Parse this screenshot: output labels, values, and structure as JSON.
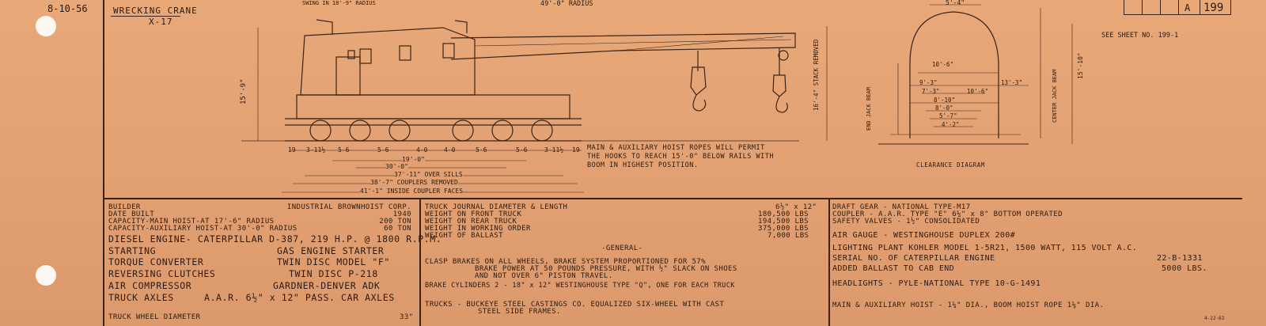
{
  "header": {
    "date": "8-10-56",
    "title": "WRECKING CRANE",
    "model": "X-17",
    "sheet_letter": "A",
    "sheet_number": "199",
    "see_sheet": "SEE SHEET NO. 199-1"
  },
  "elevation": {
    "swing_radius": "SWING IN 18'-9\" RADIUS",
    "boom_radius": "49'-0\" RADIUS",
    "height_left": "15'-9\"",
    "stack_removed": "16'-4\" STACK REMOVED",
    "dims_row1": [
      "19",
      "3-11½",
      "5-6",
      "5-6",
      "4-0",
      "4-0",
      "5-6",
      "5-6",
      "3-11½",
      "19"
    ],
    "dim_19": "19'-0\"",
    "dim_30": "30'-0\"",
    "dim_37": "37'-11\" OVER SILLS",
    "dim_38": "38'-7\" COUPLERS REMOVED",
    "dim_41": "41'-1\" INSIDE COUPLER FACES",
    "note": [
      "MAIN & AUXILIARY HOIST ROPES WILL PERMIT",
      "THE HOOKS TO REACH 15'-0\" BELOW RAILS WITH",
      "BOOM IN HIGHEST POSITION."
    ]
  },
  "clearance": {
    "label": "CLEARANCE DIAGRAM",
    "top": "5'-4\"",
    "height": "15'-10\"",
    "center_jack": "CENTER JACK BEAM",
    "end_jack": "END JACK BEAM",
    "dims": [
      "10'-6\"",
      "9'-3\"",
      "13'-3\"",
      "7'-3\"",
      "10'-6\"",
      "8'-10\"",
      "8'-0\"",
      "5'-7\"",
      "4'-2\""
    ]
  },
  "specs_left": [
    {
      "label": "BUILDER",
      "value": "INDUSTRIAL BROWNHOIST CORP."
    },
    {
      "label": "DATE BUILT",
      "value": "1940"
    },
    {
      "label": "CAPACITY-MAIN HOIST-AT 17'-6\" RADIUS",
      "value": "200 TON"
    },
    {
      "label": "CAPACITY-AUXILIARY HOIST-AT 30'-0\" RADIUS",
      "value": "60 TON"
    }
  ],
  "specs_left_big": [
    {
      "label": "DIESEL ENGINE- CATERPILLAR  D-387, 219 H.P. @ 1800 R.P.M.",
      "value": ""
    },
    {
      "label": "STARTING",
      "value": "GAS ENGINE STARTER"
    },
    {
      "label": "TORQUE CONVERTER",
      "value": "TWIN DISC MODEL \"F\""
    },
    {
      "label": "REVERSING CLUTCHES",
      "value": "TWIN DISC  P-218"
    },
    {
      "label": "AIR COMPRESSOR",
      "value": "GARDNER-DENVER ADK"
    },
    {
      "label": "TRUCK AXLES",
      "value": "A.A.R. 6½\" x 12\" PASS. CAR AXLES"
    }
  ],
  "truck_wheel": {
    "label": "TRUCK WHEEL DIAMETER",
    "value": "33\""
  },
  "specs_mid": [
    {
      "label": "TRUCK JOURNAL DIAMETER & LENGTH",
      "value": "6½\" x 12\""
    },
    {
      "label": "WEIGHT ON FRONT TRUCK",
      "value": "180,500 LBS"
    },
    {
      "label": "WEIGHT ON REAR TRUCK",
      "value": "194,500 LBS"
    },
    {
      "label": "WEIGHT IN WORKING ORDER",
      "value": "375,000 LBS"
    },
    {
      "label": "WEIGHT OF BALLAST",
      "value": "7,000 LBS"
    }
  ],
  "general": {
    "heading": "-GENERAL-",
    "lines": [
      "CLASP BRAKES ON ALL WHEELS, BRAKE SYSTEM PROPORTIONED FOR 57%",
      "BRAKE POWER AT 50 POUNDS PRESSURE, WITH ½\" SLACK ON SHOES",
      "AND NOT OVER 6\" PISTON TRAVEL."
    ],
    "brake": "BRAKE CYLINDERS   2 - 18\" x 12\" WESTINGHOUSE TYPE \"Q\", ONE FOR EACH TRUCK",
    "trucks": [
      "TRUCKS - BUCKEYE STEEL CASTINGS CO. EQUALIZED SIX-WHEEL WITH CAST",
      "STEEL SIDE FRAMES."
    ]
  },
  "specs_right": [
    "DRAFT GEAR - NATIONAL TYPE-M17",
    "COUPLER - A.A.R. TYPE \"E\" 6¼\" x 8\" BOTTOM OPERATED",
    "SAFETY VALVES - 1½\" CONSOLIDATED"
  ],
  "specs_right_big": [
    {
      "label": "AIR GAUGE - WESTINGHOUSE DUPLEX 200#",
      "value": ""
    },
    {
      "label": "LIGHTING PLANT      KOHLER MODEL 1-5R21, 1500 WATT, 115 VOLT A.C.",
      "value": ""
    },
    {
      "label": "SERIAL NO. OF CATERPILLAR ENGINE",
      "value": "22-B-1331"
    },
    {
      "label": "ADDED BALLAST TO CAB END",
      "value": "5000 LBS."
    },
    {
      "label": "HEADLIGHTS - PYLE-NATIONAL TYPE 10-G-1491",
      "value": ""
    },
    {
      "label": "MAIN & AUXILIARY HOIST - 1¼\" DIA., BOOM HOIST ROPE 1⅛\" DIA.",
      "value": ""
    }
  ],
  "revision": "4-22-63"
}
